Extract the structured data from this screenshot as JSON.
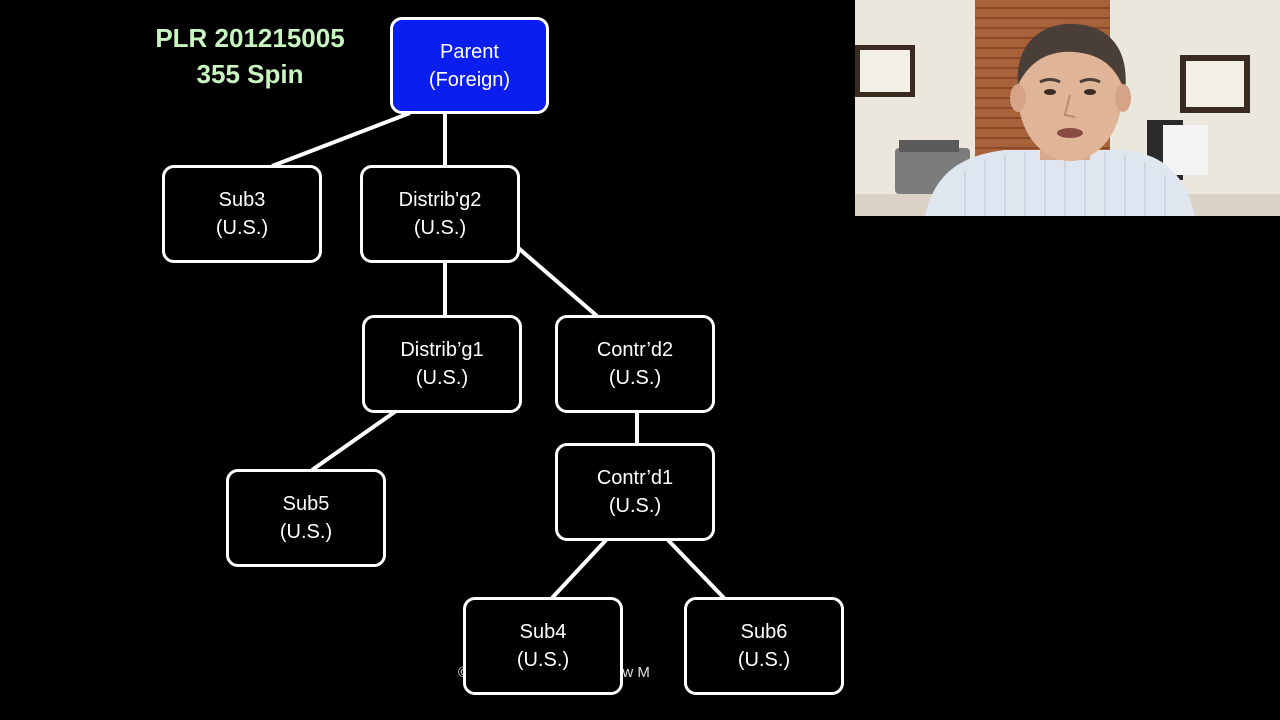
{
  "title": {
    "line1": "PLR 201215005",
    "line2": "355 Spin"
  },
  "nodes": {
    "parent": {
      "name": "Parent",
      "type": "(Foreign)"
    },
    "sub3": {
      "name": "Sub3",
      "type": "(U.S.)"
    },
    "distribg2": {
      "name": "Distrib'g2",
      "type": "(U.S.)"
    },
    "distribg1": {
      "name": "Distrib’g1",
      "type": "(U.S.)"
    },
    "contrd2": {
      "name": "Contr’d2",
      "type": "(U.S.)"
    },
    "sub5": {
      "name": "Sub5",
      "type": "(U.S.)"
    },
    "contrd1": {
      "name": "Contr’d1",
      "type": "(U.S.)"
    },
    "sub4": {
      "name": "Sub4",
      "type": "(U.S.)"
    },
    "sub6": {
      "name": "Sub6",
      "type": "(U.S.)"
    }
  },
  "footer": {
    "left": "©",
    "right": "rew M"
  },
  "colors": {
    "background": "#000000",
    "root_fill": "#0a1ef0",
    "box_border": "#ffffff",
    "title_text": "#c8f5c0"
  }
}
